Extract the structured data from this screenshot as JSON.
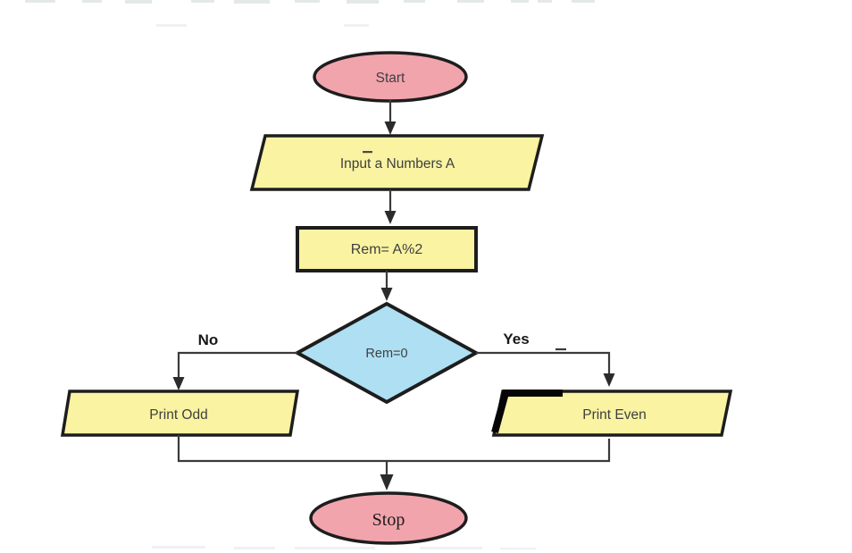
{
  "diagram": {
    "type": "flowchart",
    "nodes": {
      "start": {
        "label": "Start",
        "shape": "terminator"
      },
      "input": {
        "label": "Input a Numbers A",
        "shape": "input-output"
      },
      "process": {
        "label": "Rem= A%2",
        "shape": "process"
      },
      "decision": {
        "label": "Rem=0",
        "shape": "decision"
      },
      "print_odd": {
        "label": "Print Odd",
        "shape": "input-output"
      },
      "print_even": {
        "label": "Print Even",
        "shape": "input-output"
      },
      "stop": {
        "label": "Stop",
        "shape": "terminator"
      }
    },
    "branch_labels": {
      "no": "No",
      "yes": "Yes"
    },
    "edges": [
      {
        "from": "start",
        "to": "input"
      },
      {
        "from": "input",
        "to": "process"
      },
      {
        "from": "process",
        "to": "decision"
      },
      {
        "from": "decision",
        "to": "print_odd",
        "label": "No"
      },
      {
        "from": "decision",
        "to": "print_even",
        "label": "Yes"
      },
      {
        "from": "print_odd",
        "to": "stop"
      },
      {
        "from": "print_even",
        "to": "stop"
      }
    ],
    "colors": {
      "terminator_fill": "#f1a4ac",
      "io_fill": "#f9f3a2",
      "process_fill": "#f9f3a2",
      "decision_fill": "#aedff2",
      "outline": "#1d1d1d",
      "connector": "#3a3a3a",
      "label_text": "#3f3f3f",
      "branch_label_text": "#191919",
      "background": "#ffffff"
    }
  }
}
